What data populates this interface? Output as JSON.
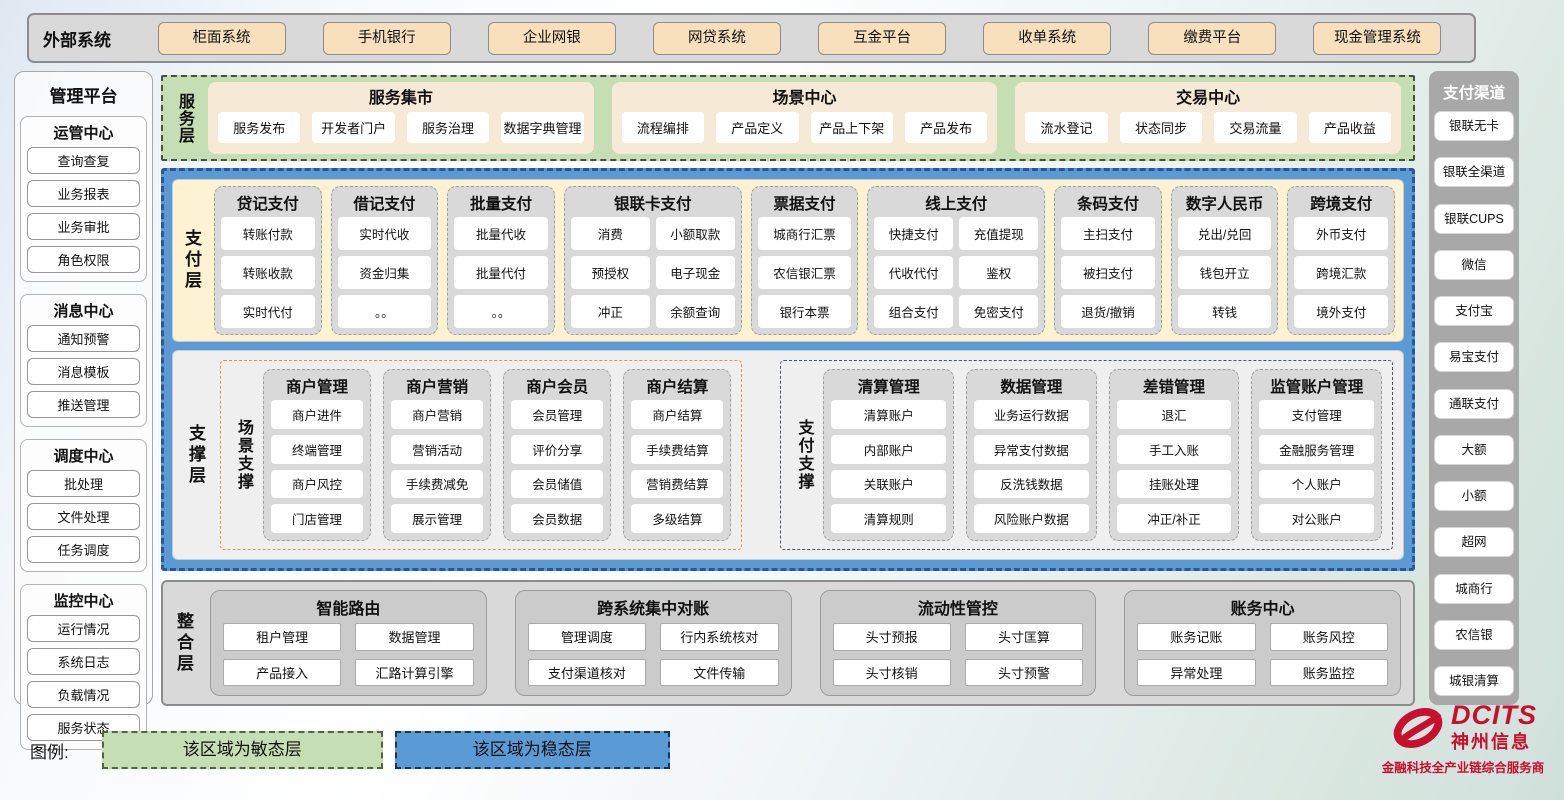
{
  "external_systems": {
    "label": "外部系统",
    "items": [
      "柜面系统",
      "手机银行",
      "企业网银",
      "网贷系统",
      "互金平台",
      "收单系统",
      "缴费平台",
      "现金管理系统"
    ]
  },
  "management_platform": {
    "title": "管理平台",
    "sections": [
      {
        "title": "运管中心",
        "items": [
          "查询查复",
          "业务报表",
          "业务审批",
          "角色权限"
        ]
      },
      {
        "title": "消息中心",
        "items": [
          "通知预警",
          "消息模板",
          "推送管理"
        ]
      },
      {
        "title": "调度中心",
        "items": [
          "批处理",
          "文件处理",
          "任务调度"
        ]
      },
      {
        "title": "监控中心",
        "items": [
          "运行情况",
          "系统日志",
          "负载情况",
          "服务状态"
        ]
      }
    ]
  },
  "service_layer": {
    "label": "服务层",
    "groups": [
      {
        "title": "服务集市",
        "items": [
          "服务发布",
          "开发者门户",
          "服务治理",
          "数据字典管理"
        ]
      },
      {
        "title": "场景中心",
        "items": [
          "流程编排",
          "产品定义",
          "产品上下架",
          "产品发布"
        ]
      },
      {
        "title": "交易中心",
        "items": [
          "流水登记",
          "状态同步",
          "交易流量",
          "产品收益"
        ]
      }
    ]
  },
  "payment_layer": {
    "label": "支付层",
    "columns": [
      {
        "title": "贷记支付",
        "items": [
          "转账付款",
          "转账收款",
          "实时代付"
        ]
      },
      {
        "title": "借记支付",
        "items": [
          "实时代收",
          "资金归集",
          "。。"
        ]
      },
      {
        "title": "批量支付",
        "items": [
          "批量代收",
          "批量代付",
          "。。"
        ]
      },
      {
        "title": "银联卡支付",
        "cols": 2,
        "items": [
          "消费",
          "小额取款",
          "预授权",
          "电子现金",
          "冲正",
          "余额查询"
        ]
      },
      {
        "title": "票据支付",
        "items": [
          "城商行汇票",
          "农信银汇票",
          "银行本票"
        ]
      },
      {
        "title": "线上支付",
        "cols": 2,
        "items": [
          "快捷支付",
          "充值提现",
          "代收代付",
          "鉴权",
          "组合支付",
          "免密支付"
        ]
      },
      {
        "title": "条码支付",
        "items": [
          "主扫支付",
          "被扫支付",
          "退货/撤销"
        ]
      },
      {
        "title": "数字人民币",
        "items": [
          "兑出/兑回",
          "钱包开立",
          "转钱"
        ]
      },
      {
        "title": "跨境支付",
        "items": [
          "外币支付",
          "跨境汇款",
          "境外支付"
        ]
      }
    ]
  },
  "support_layer": {
    "label": "支撑层",
    "scene": {
      "label": "场景支撑",
      "columns": [
        {
          "title": "商户管理",
          "items": [
            "商户进件",
            "终端管理",
            "商户风控",
            "门店管理"
          ]
        },
        {
          "title": "商户营销",
          "items": [
            "商户营销",
            "营销活动",
            "手续费减免",
            "展示管理"
          ]
        },
        {
          "title": "商户会员",
          "items": [
            "会员管理",
            "评价分享",
            "会员储值",
            "会员数据"
          ]
        },
        {
          "title": "商户结算",
          "items": [
            "商户结算",
            "手续费结算",
            "营销费结算",
            "多级结算"
          ]
        }
      ]
    },
    "payment": {
      "label": "支付支撑",
      "columns": [
        {
          "title": "清算管理",
          "items": [
            "清算账户",
            "内部账户",
            "关联账户",
            "清算规则"
          ]
        },
        {
          "title": "数据管理",
          "items": [
            "业务运行数据",
            "异常支付数据",
            "反洗钱数据",
            "风险账户数据"
          ]
        },
        {
          "title": "差错管理",
          "items": [
            "退汇",
            "手工入账",
            "挂账处理",
            "冲正/补正"
          ]
        },
        {
          "title": "监管账户管理",
          "items": [
            "支付管理",
            "金融服务管理",
            "个人账户",
            "对公账户"
          ]
        }
      ]
    }
  },
  "integration_layer": {
    "label": "整合层",
    "groups": [
      {
        "title": "智能路由",
        "cols": 2,
        "items": [
          "租户管理",
          "数据管理",
          "产品接入",
          "汇路计算引擎"
        ]
      },
      {
        "title": "跨系统集中对账",
        "cols": 2,
        "items": [
          "管理调度",
          "行内系统核对",
          "支付渠道核对",
          "文件传输"
        ]
      },
      {
        "title": "流动性管控",
        "cols": 2,
        "items": [
          "头寸预报",
          "头寸匡算",
          "头寸核销",
          "头寸预警"
        ]
      },
      {
        "title": "账务中心",
        "cols": 2,
        "items": [
          "账务记账",
          "账务风控",
          "异常处理",
          "账务监控"
        ]
      }
    ]
  },
  "payment_channels": {
    "title": "支付渠道",
    "items": [
      "银联无卡",
      "银联全渠道",
      "银联CUPS",
      "微信",
      "支付宝",
      "易宝支付",
      "通联支付",
      "大额",
      "小额",
      "超网",
      "城商行",
      "农信银",
      "城银清算"
    ]
  },
  "legend": {
    "label": "图例:",
    "agile": "该区域为敏态层",
    "stable": "该区域为稳态层"
  },
  "logo": {
    "name": "DCITS",
    "company": "神州信息",
    "tagline": "金融科技全产业链综合服务商"
  },
  "colors": {
    "stable_blue": "#5b9bd5",
    "agile_green": "#c6deb4",
    "payment_cream": "#fdf2d2",
    "external_wheat": "#f8e0bd",
    "module_gray": "#d9d9d9",
    "scene_orange": "#e8953a",
    "brand_red": "#c8102e"
  }
}
